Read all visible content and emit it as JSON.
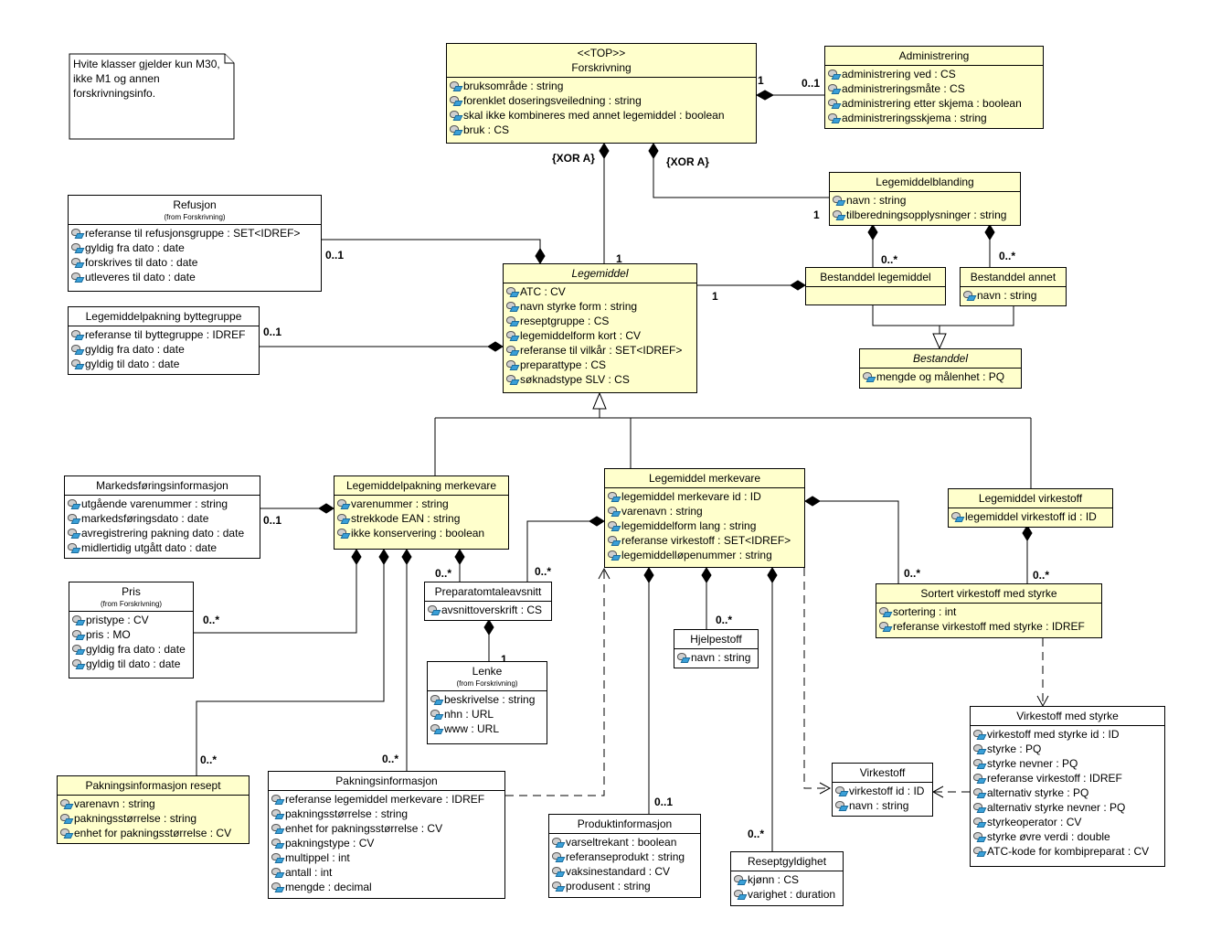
{
  "note": {
    "text": "Hvite klasser gjelder kun M30, ikke M1 og annen forskrivningsinfo."
  },
  "constraints": [
    "{XOR A}",
    "{XOR A}"
  ],
  "multiplicities": [
    "1",
    "0..1",
    "1",
    "1",
    "0..1",
    "0..1",
    "1",
    "0..*",
    "0..*",
    "0..1",
    "0..*",
    "0..*",
    "0..*",
    "0..*",
    "1",
    "0..*",
    "0..*",
    "0..*",
    "0..1",
    "0..*"
  ],
  "classes": [
    {
      "id": "forskrivning",
      "stereotype": "<<TOP>>",
      "name": "Forskrivning",
      "from": "",
      "italic": false,
      "fill": "yellow",
      "attributes": [
        "bruksområde : string",
        "forenklet doseringsveiledning : string",
        "skal ikke kombineres med annet legemiddel : boolean",
        "bruk : CS"
      ]
    },
    {
      "id": "administrering",
      "stereotype": "",
      "name": "Administrering",
      "from": "",
      "italic": false,
      "fill": "yellow",
      "attributes": [
        "administrering ved : CS",
        "administreringsmåte : CS",
        "administrering etter skjema : boolean",
        "administreringsskjema : string"
      ]
    },
    {
      "id": "legemiddelblanding",
      "stereotype": "",
      "name": "Legemiddelblanding",
      "from": "",
      "italic": false,
      "fill": "yellow",
      "attributes": [
        "navn : string",
        "tilberedningsopplysninger : string"
      ]
    },
    {
      "id": "refusjon",
      "stereotype": "",
      "name": "Refusjon",
      "from": "(from Forskrivning)",
      "italic": false,
      "fill": "white",
      "attributes": [
        "referanse til refusjonsgruppe : SET<IDREF>",
        "gyldig fra dato : date",
        "forskrives til dato : date",
        "utleveres til dato : date"
      ]
    },
    {
      "id": "byttegruppe",
      "stereotype": "",
      "name": "Legemiddelpakning byttegruppe",
      "from": "",
      "italic": false,
      "fill": "white",
      "attributes": [
        "referanse til byttegruppe : IDREF",
        "gyldig fra dato : date",
        "gyldig til dato : date"
      ]
    },
    {
      "id": "legemiddel",
      "stereotype": "",
      "name": "Legemiddel",
      "from": "",
      "italic": true,
      "fill": "yellow",
      "attributes": [
        "ATC : CV",
        "navn styrke form : string",
        "reseptgruppe : CS",
        "legemiddelform kort : CV",
        "referanse til vilkår : SET<IDREF>",
        "preparattype : CS",
        "søknadstype SLV : CS"
      ]
    },
    {
      "id": "bestanddel-legemiddel",
      "stereotype": "",
      "name": "Bestanddel legemiddel",
      "from": "",
      "italic": false,
      "fill": "yellow",
      "attributes": []
    },
    {
      "id": "bestanddel-annet",
      "stereotype": "",
      "name": "Bestanddel annet",
      "from": "",
      "italic": false,
      "fill": "yellow",
      "attributes": [
        "navn : string"
      ]
    },
    {
      "id": "bestanddel",
      "stereotype": "",
      "name": "Bestanddel",
      "from": "",
      "italic": true,
      "fill": "yellow",
      "attributes": [
        "mengde og målenhet : PQ"
      ]
    },
    {
      "id": "markedsforing",
      "stereotype": "",
      "name": "Markedsføringsinformasjon",
      "from": "",
      "italic": false,
      "fill": "white",
      "attributes": [
        "utgående varenummer : string",
        "markedsføringsdato : date",
        "avregistrering pakning dato : date",
        "midlertidig utgått dato : date"
      ]
    },
    {
      "id": "pakning-merkevare",
      "stereotype": "",
      "name": "Legemiddelpakning merkevare",
      "from": "",
      "italic": false,
      "fill": "yellow",
      "attributes": [
        "varenummer : string",
        "strekkode EAN : string",
        "ikke konservering : boolean"
      ]
    },
    {
      "id": "legemiddel-merkevare",
      "stereotype": "",
      "name": "Legemiddel merkevare",
      "from": "",
      "italic": false,
      "fill": "yellow",
      "attributes": [
        "legemiddel merkevare id : ID",
        "varenavn : string",
        "legemiddelform lang : string",
        "referanse virkestoff : SET<IDREF>",
        "legemiddelløpenummer : string"
      ]
    },
    {
      "id": "legemiddel-virkestoff",
      "stereotype": "",
      "name": "Legemiddel virkestoff",
      "from": "",
      "italic": false,
      "fill": "yellow",
      "attributes": [
        "legemiddel virkestoff id : ID"
      ]
    },
    {
      "id": "pris",
      "stereotype": "",
      "name": "Pris",
      "from": "(from Forskrivning)",
      "italic": false,
      "fill": "white",
      "attributes": [
        "pristype : CV",
        "pris : MO",
        "gyldig fra dato : date",
        "gyldig til dato : date"
      ]
    },
    {
      "id": "preparatomtale",
      "stereotype": "",
      "name": "Preparatomtaleavsnitt",
      "from": "",
      "italic": false,
      "fill": "white",
      "attributes": [
        "avsnittoverskrift : CS"
      ]
    },
    {
      "id": "hjelpestoff",
      "stereotype": "",
      "name": "Hjelpestoff",
      "from": "",
      "italic": false,
      "fill": "white",
      "attributes": [
        "navn : string"
      ]
    },
    {
      "id": "sortert-virkestoff",
      "stereotype": "",
      "name": "Sortert virkestoff med styrke",
      "from": "",
      "italic": false,
      "fill": "yellow",
      "attributes": [
        "sortering : int",
        "referanse virkestoff med styrke : IDREF"
      ]
    },
    {
      "id": "lenke",
      "stereotype": "",
      "name": "Lenke",
      "from": "(from Forskrivning)",
      "italic": false,
      "fill": "white",
      "attributes": [
        "beskrivelse : string",
        "nhn : URL",
        "www : URL"
      ]
    },
    {
      "id": "virkestoff-med-styrke",
      "stereotype": "",
      "name": "Virkestoff med styrke",
      "from": "",
      "italic": false,
      "fill": "white",
      "attributes": [
        "virkestoff med styrke id : ID",
        "styrke : PQ",
        "styrke nevner : PQ",
        "referanse virkestoff : IDREF",
        "alternativ styrke : PQ",
        "alternativ styrke nevner : PQ",
        "styrkeoperator : CV",
        "styrke øvre verdi : double",
        "ATC-kode for kombipreparat : CV"
      ]
    },
    {
      "id": "virkestoff",
      "stereotype": "",
      "name": "Virkestoff",
      "from": "",
      "italic": false,
      "fill": "white",
      "attributes": [
        "virkestoff id : ID",
        "navn : string"
      ]
    },
    {
      "id": "pakningsinfo-resept",
      "stereotype": "",
      "name": "Pakningsinformasjon resept",
      "from": "",
      "italic": false,
      "fill": "yellow",
      "attributes": [
        "varenavn : string",
        "pakningsstørrelse : string",
        "enhet for pakningsstørrelse : CV"
      ]
    },
    {
      "id": "pakningsinformasjon",
      "stereotype": "",
      "name": "Pakningsinformasjon",
      "from": "",
      "italic": false,
      "fill": "white",
      "attributes": [
        "referanse legemiddel merkevare : IDREF",
        "pakningsstørrelse : string",
        "enhet for pakningsstørrelse : CV",
        "pakningstype : CV",
        "multippel : int",
        "antall : int",
        "mengde : decimal"
      ]
    },
    {
      "id": "produktinformasjon",
      "stereotype": "",
      "name": "Produktinformasjon",
      "from": "",
      "italic": false,
      "fill": "white",
      "attributes": [
        "varseltrekant : boolean",
        "referanseprodukt : string",
        "vaksinestandard : CV",
        "produsent : string"
      ]
    },
    {
      "id": "reseptgyldighet",
      "stereotype": "",
      "name": "Reseptgyldighet",
      "from": "",
      "italic": false,
      "fill": "white",
      "attributes": [
        "kjønn : CS",
        "varighet : duration"
      ]
    }
  ]
}
